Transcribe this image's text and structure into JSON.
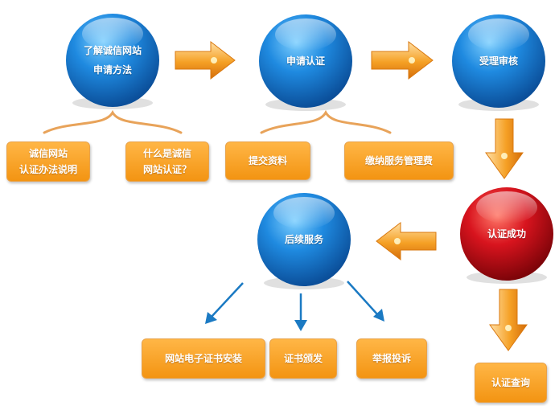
{
  "steps": {
    "learn": {
      "line1": "了解诚信网站",
      "line2": "申请方法"
    },
    "apply": "申请认证",
    "review": "受理审核",
    "success": "认证成功",
    "followup": "后续服务"
  },
  "boxes": {
    "integrity_explain": "诚信网站\n认证办法说明",
    "what_is": "什么是诚信\n网站认证？",
    "submit_docs": "提交资料",
    "pay_fee": "缴纳服务管理费",
    "cert_install": "网站电子证书安装",
    "cert_issue": "证书颁发",
    "report": "举报投诉",
    "cert_query": "认证查询"
  },
  "colors": {
    "blue_circle": "#1f74c9",
    "red_circle": "#c8121b",
    "box_orange": "#f7a12a",
    "arrow_orange": "#f39412",
    "thin_arrow_blue": "#1b7ac3",
    "brace_orange": "#e8a35a"
  }
}
